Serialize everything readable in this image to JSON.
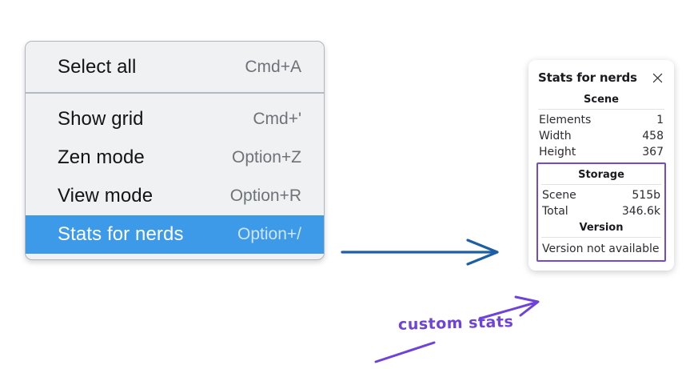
{
  "canvas": {
    "background": "#ffffff"
  },
  "context_menu": {
    "name": "context-menu",
    "highlight_color": "#3d9ae8",
    "groups": [
      {
        "items": [
          {
            "label": "Select all",
            "shortcut": "Cmd+A",
            "selected": false
          }
        ]
      },
      {
        "items": [
          {
            "label": "Show grid",
            "shortcut": "Cmd+'",
            "selected": false
          },
          {
            "label": "Zen mode",
            "shortcut": "Option+Z",
            "selected": false
          },
          {
            "label": "View mode",
            "shortcut": "Option+R",
            "selected": false
          },
          {
            "label": "Stats for nerds",
            "shortcut": "Option+/",
            "selected": true
          }
        ]
      }
    ]
  },
  "stats_panel": {
    "title": "Stats for nerds",
    "close_icon": "close-icon",
    "scene": {
      "heading": "Scene",
      "rows": [
        {
          "key": "Elements",
          "value": "1"
        },
        {
          "key": "Width",
          "value": "458"
        },
        {
          "key": "Height",
          "value": "367"
        }
      ]
    },
    "custom": {
      "border_color": "#7248d8",
      "storage": {
        "heading": "Storage",
        "rows": [
          {
            "key": "Scene",
            "value": "515b"
          },
          {
            "key": "Total",
            "value": "346.6k"
          }
        ]
      },
      "version": {
        "heading": "Version",
        "text": "Version not available"
      }
    }
  },
  "annotations": {
    "arrow_blue": {
      "name": "blue-arrow",
      "color": "#1d5fa4"
    },
    "custom_label": {
      "text": "custom stats",
      "color": "#6f42d9"
    },
    "arrow_purple_to_panel": {
      "name": "purple-arrow-to-panel",
      "color": "#6f42d9"
    },
    "arrow_purple_tail": {
      "name": "purple-arrow-tail",
      "color": "#6f42d9"
    }
  }
}
